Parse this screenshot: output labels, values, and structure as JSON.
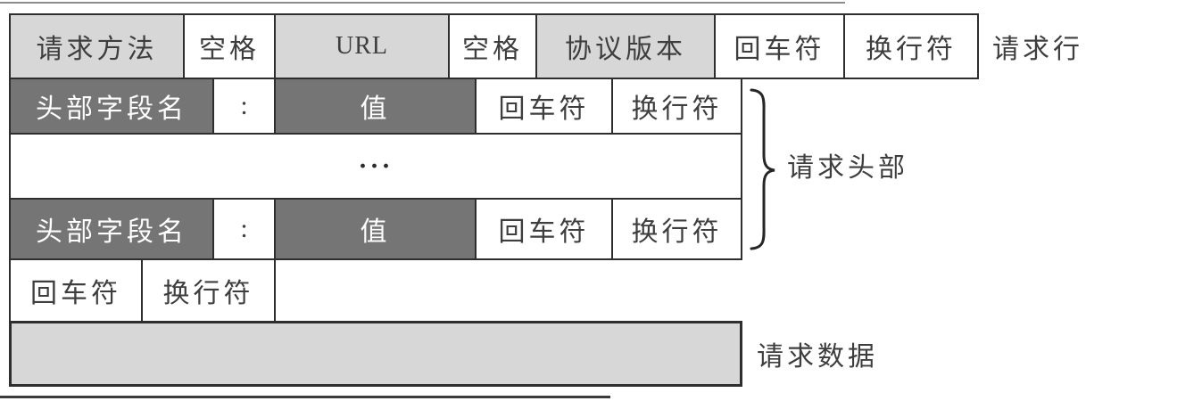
{
  "figure": {
    "title_semantic": "HTTP request message format diagram",
    "request_line": {
      "label": "请求行",
      "cells": {
        "method": "请求方法",
        "space1": "空格",
        "url": "URL",
        "space2": "空格",
        "protocol_version": "协议版本",
        "cr": "回车符",
        "lf": "换行符"
      }
    },
    "request_headers": {
      "label": "请求头部",
      "header_line": {
        "field_name": "头部字段名",
        "colon": ":",
        "value": "值",
        "cr": "回车符",
        "lf": "换行符"
      },
      "ellipsis": "···"
    },
    "blank_line": {
      "cr": "回车符",
      "lf": "换行符"
    },
    "request_body": {
      "label": "请求数据"
    }
  },
  "colors": {
    "background": "#ffffff",
    "light_cell": "#d7d7d7",
    "dark_cell": "#757575",
    "border": "#2e2e2e",
    "text_dark": "#3e3e3e",
    "text_light": "#ffffff"
  }
}
